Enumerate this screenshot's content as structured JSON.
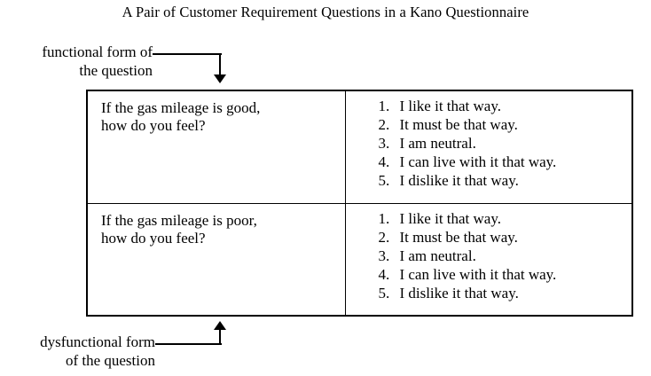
{
  "figure": {
    "title": "A Pair of Customer Requirement Questions in a Kano Questionnaire"
  },
  "callouts": {
    "functional": "functional form of\nthe question",
    "functional_line1": "functional form of",
    "functional_line2": "the question",
    "dysfunctional_line1": "dysfunctional form",
    "dysfunctional_line2": "of the question"
  },
  "table": {
    "rows": [
      {
        "question_line1": "If the gas mileage is good,",
        "question_line2": "how do you feel?",
        "options": [
          {
            "number": "1.",
            "text": "I like it that way."
          },
          {
            "number": "2.",
            "text": "It must be that way."
          },
          {
            "number": "3.",
            "text": "I am neutral."
          },
          {
            "number": "4.",
            "text": "I can live with it that way."
          },
          {
            "number": "5.",
            "text": "I dislike it that way."
          }
        ]
      },
      {
        "question_line1": "If the gas mileage is poor,",
        "question_line2": "how do you feel?",
        "options": [
          {
            "number": "1.",
            "text": "I like it that way."
          },
          {
            "number": "2.",
            "text": "It must be that way."
          },
          {
            "number": "3.",
            "text": "I am neutral."
          },
          {
            "number": "4.",
            "text": "I can live with it that way."
          },
          {
            "number": "5.",
            "text": "I dislike it that way."
          }
        ]
      }
    ]
  },
  "colors": {
    "ink": "#000000",
    "background": "#ffffff"
  }
}
